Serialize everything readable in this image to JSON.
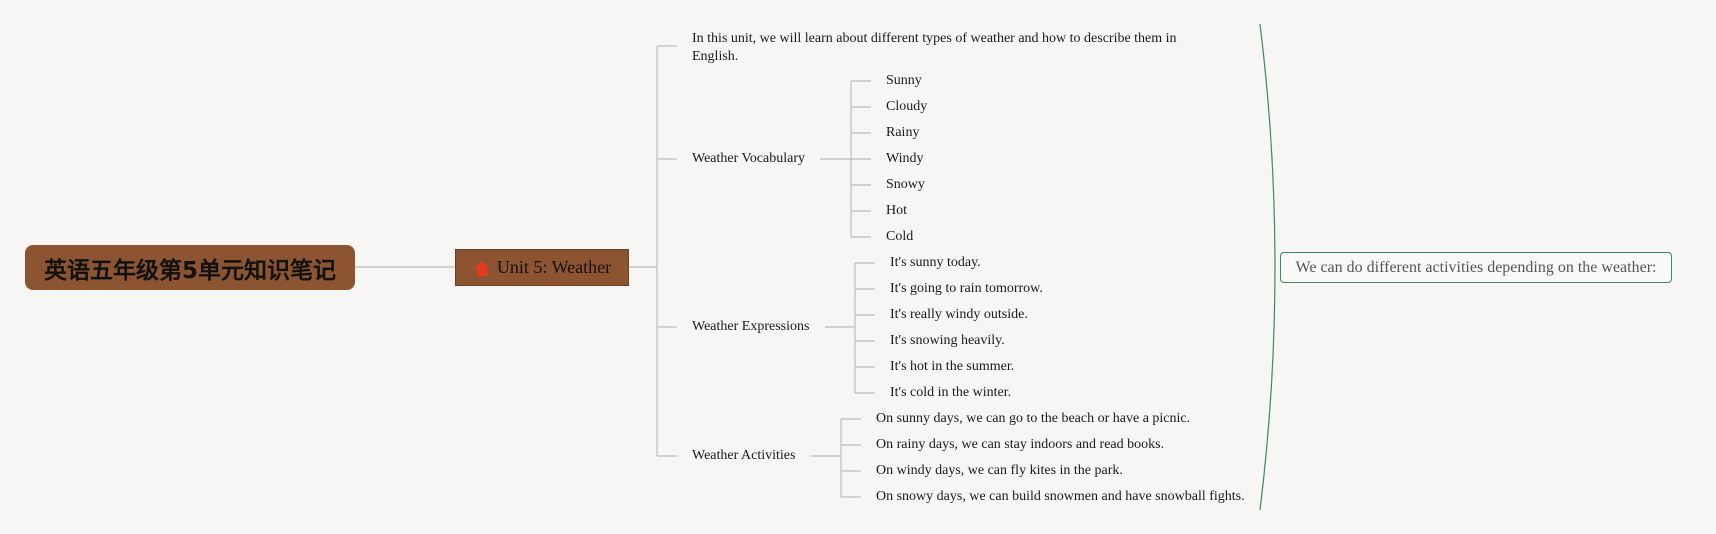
{
  "root": {
    "title": "英语五年级第5单元知识笔记"
  },
  "unit": {
    "title": "Unit 5: Weather",
    "icon": "house-icon",
    "icon_color": "#e63a1f"
  },
  "intro": "In this unit, we will learn about different types of weather and how to describe them in English.",
  "vocabulary": {
    "label": "Weather Vocabulary",
    "items": [
      "Sunny",
      "Cloudy",
      "Rainy",
      "Windy",
      "Snowy",
      "Hot",
      "Cold"
    ]
  },
  "expressions": {
    "label": "Weather Expressions",
    "items": [
      "It's sunny today.",
      "It's going to rain tomorrow.",
      "It's really windy outside.",
      "It's snowing heavily.",
      "It's hot in the summer.",
      "It's cold in the winter."
    ]
  },
  "activities": {
    "label": "Weather Activities",
    "items": [
      "On sunny days, we can go to the beach or have a picnic.",
      "On rainy days, we can stay indoors and read books.",
      "On windy days, we can fly kites in the park.",
      "On snowy days, we can build snowmen and have snowball fights."
    ]
  },
  "summary": "We can do different activities depending on the weather:",
  "colors": {
    "node_fill": "#8c5430",
    "line": "#bdbdbd",
    "summary_accent": "#3b8a63",
    "background": "#f7f6f5"
  }
}
